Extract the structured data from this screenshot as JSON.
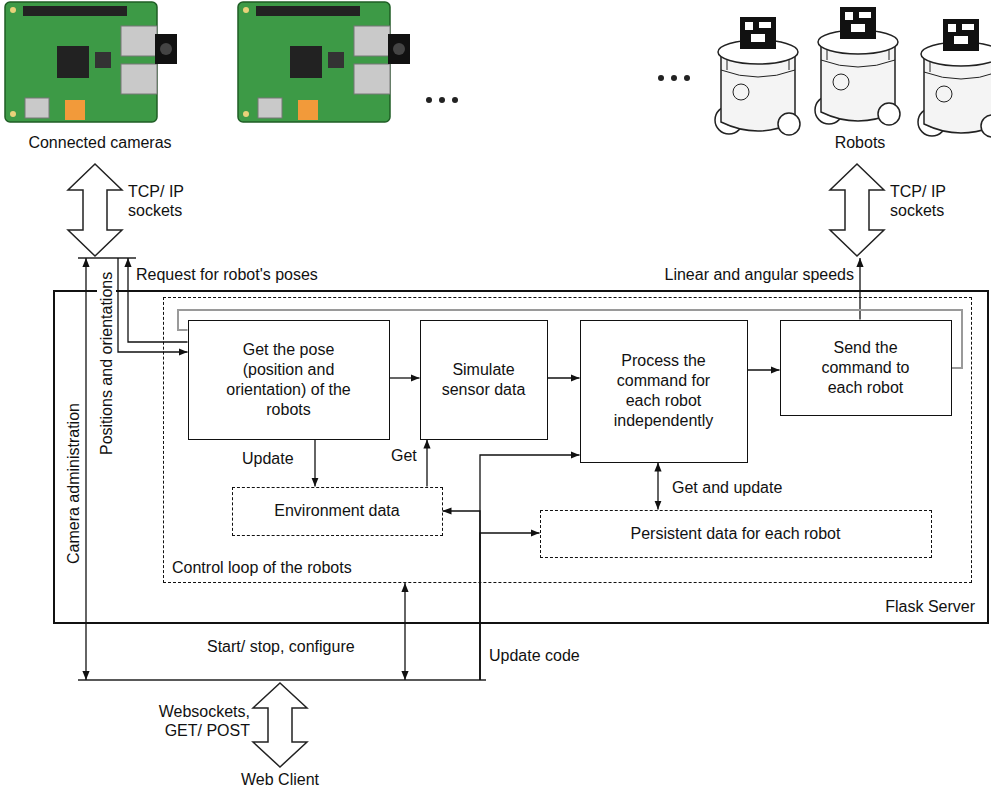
{
  "diagram": {
    "nodes": [
      {
        "text": [
          "Connected cameras"
        ]
      },
      {
        "text": [
          "Robots"
        ]
      },
      {
        "text": [
          "Flask Server"
        ]
      },
      {
        "text": [
          "Control loop of the robots"
        ],
        "in": 2
      },
      {
        "text": [
          "Get the pose (position and orientation) of the robots"
        ],
        "in": 3
      },
      {
        "text": [
          "Simulate sensor data"
        ],
        "in": 3
      },
      {
        "text": [
          "Process the command for each robot independently"
        ],
        "in": 3
      },
      {
        "text": [
          "Send the command to each robot"
        ],
        "in": 3
      },
      {
        "text": [
          "Environment data"
        ],
        "in": 3
      },
      {
        "text": [
          "Persistent data for each robot"
        ],
        "in": 3
      },
      {
        "text": [
          "Web Client"
        ]
      }
    ],
    "edges": [
      {
        "from": 0,
        "to": 4,
        "label": "Positions and orientations",
        "arrow": "to"
      },
      {
        "from": 4,
        "to": 0,
        "label": "Request for robot's poses",
        "arrow": "to"
      },
      {
        "from": 7,
        "to": 1,
        "label": "Linear and angular speeds",
        "arrow": "to"
      },
      {
        "from": 4,
        "to": 5,
        "arrow": "to"
      },
      {
        "from": 5,
        "to": 6,
        "arrow": "to"
      },
      {
        "from": 6,
        "to": 7,
        "arrow": "to"
      },
      {
        "from": 7,
        "to": 4,
        "arrow": "none"
      },
      {
        "from": 4,
        "to": 8,
        "label": "Update",
        "arrow": "to"
      },
      {
        "from": 8,
        "to": 5,
        "label": "Get",
        "arrow": "to"
      },
      {
        "from": 6,
        "to": 9,
        "label": "Get and update",
        "arrow": "both"
      },
      {
        "from": 10,
        "to": 3,
        "label": "Start/ stop, configure",
        "arrow": "both"
      },
      {
        "from": 10,
        "to": 0,
        "label": "Camera administration",
        "arrow": "both"
      },
      {
        "from": 10,
        "to": 6,
        "label": "Update code",
        "arrow": "to"
      },
      {
        "from": 10,
        "to": 8,
        "arrow": "to"
      },
      {
        "from": 10,
        "to": 9,
        "arrow": "to"
      }
    ],
    "labels": [
      "TCP/ IP sockets",
      "TCP/ IP sockets",
      "Websockets, GET/ POST"
    ]
  }
}
